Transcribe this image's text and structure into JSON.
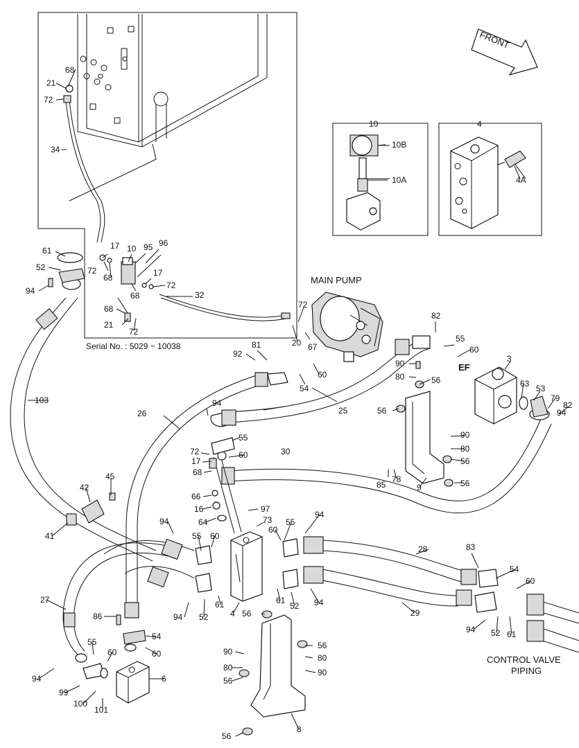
{
  "labels": {
    "front": "FRONT",
    "main_pump": "MAIN PUMP",
    "control_valve_1": "CONTROL VALVE",
    "control_valve_2": "PIPING",
    "serial": "Serial No. : 5029 ~ 10038",
    "ef": "EF"
  },
  "callouts": [
    "68",
    "21",
    "72",
    "34",
    "61",
    "52",
    "94",
    "17",
    "10",
    "95",
    "96",
    "72",
    "68",
    "17",
    "68",
    "72",
    "32",
    "68",
    "21",
    "72",
    "72",
    "20",
    "67",
    "10",
    "10B",
    "10A",
    "4",
    "4A",
    "92",
    "81",
    "60",
    "54",
    "82",
    "55",
    "60",
    "90",
    "80",
    "56",
    "56",
    "3",
    "63",
    "53",
    "79",
    "82",
    "25",
    "26",
    "94",
    "55",
    "72",
    "60",
    "17",
    "68",
    "30",
    "90",
    "80",
    "56",
    "85",
    "78",
    "9",
    "56",
    "103",
    "42",
    "45",
    "66",
    "16",
    "97",
    "73",
    "64",
    "94",
    "55",
    "60",
    "41",
    "60",
    "55",
    "94",
    "28",
    "83",
    "54",
    "60",
    "27",
    "86",
    "54",
    "60",
    "94",
    "52",
    "61",
    "4",
    "61",
    "52",
    "94",
    "29",
    "94",
    "52",
    "61",
    "56",
    "56",
    "90",
    "80",
    "56",
    "80",
    "90",
    "55",
    "60",
    "94",
    "6",
    "99",
    "100",
    "101",
    "8",
    "56",
    "94"
  ]
}
